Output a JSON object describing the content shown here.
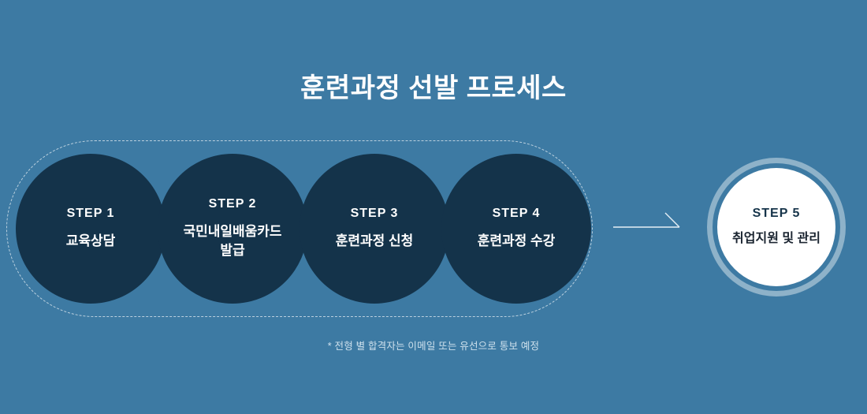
{
  "page": {
    "title": "훈련과정 선발 프로세스",
    "footnote": "* 전형 별 합격자는 이메일 또는 유선으로 통보 예정"
  },
  "steps": [
    {
      "label": "STEP 1",
      "title": "교육상담"
    },
    {
      "label": "STEP 2",
      "title": "국민내일배움카드 발급"
    },
    {
      "label": "STEP 3",
      "title": "훈련과정 신청"
    },
    {
      "label": "STEP 4",
      "title": "훈련과정 수강"
    },
    {
      "label": "STEP 5",
      "title": "취업지원 및 관리"
    }
  ],
  "colors": {
    "background": "#3d7aa3",
    "step_circle": "#14334a",
    "final_circle_bg": "#ffffff",
    "final_ring": "rgba(255,255,255,0.42)",
    "text_white": "#ffffff",
    "footnote_text": "#cde0ec"
  }
}
